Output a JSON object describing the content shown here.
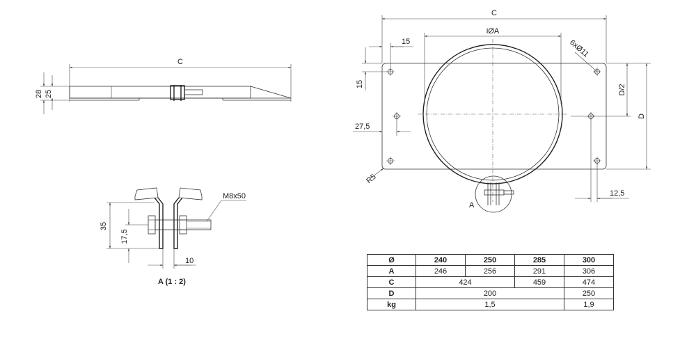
{
  "side_view": {
    "length_label": "C",
    "height_outer": "28",
    "height_inner": "25"
  },
  "detail": {
    "bolt_label": "M8x50",
    "height_label": "35",
    "half_height_label": "17,5",
    "gap_label": "10",
    "caption": "A (1 : 2)"
  },
  "front_view": {
    "width_label": "C",
    "diameter_label": "iØA",
    "holes_label": "6xØ11",
    "offset_x_label": "15",
    "offset_y_label": "15",
    "half_height_label": "D/2",
    "height_label": "D",
    "side_hole_label": "27,5",
    "radius_label": "R5",
    "bottom_offset_label": "12,5",
    "detail_marker": "A"
  },
  "table": {
    "header": [
      "Ø",
      "240",
      "250",
      "285",
      "300"
    ],
    "rows": [
      {
        "label": "A",
        "cells": [
          {
            "v": "246",
            "span": 1
          },
          {
            "v": "256",
            "span": 1
          },
          {
            "v": "291",
            "span": 1
          },
          {
            "v": "306",
            "span": 1
          }
        ]
      },
      {
        "label": "C",
        "cells": [
          {
            "v": "424",
            "span": 2
          },
          {
            "v": "459",
            "span": 1
          },
          {
            "v": "474",
            "span": 1
          }
        ]
      },
      {
        "label": "D",
        "cells": [
          {
            "v": "200",
            "span": 3
          },
          {
            "v": "250",
            "span": 1
          }
        ]
      },
      {
        "label": "kg",
        "cells": [
          {
            "v": "1,5",
            "span": 3
          },
          {
            "v": "1,9",
            "span": 1
          }
        ]
      }
    ]
  }
}
